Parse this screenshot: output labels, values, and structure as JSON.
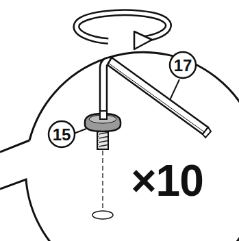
{
  "diagram": {
    "labels": [
      "17",
      "15",
      "×10"
    ]
  }
}
